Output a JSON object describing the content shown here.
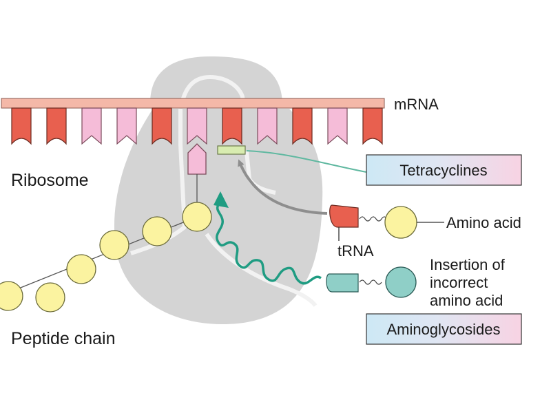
{
  "labels": {
    "mrna": "mRNA",
    "ribosome": "Ribosome",
    "peptide_chain": "Peptide chain",
    "amino_acid": "Amino acid",
    "trna": "tRNA",
    "insertion_line1": "Insertion of",
    "insertion_line2": "incorrect",
    "insertion_line3": "amino acid"
  },
  "drug_boxes": {
    "tetracyclines": "Tetracyclines",
    "aminoglycosides": "Aminoglycosides"
  },
  "colors": {
    "ribosome": "#d4d4d4",
    "ribosome_outline": "#efefef",
    "mrna_strip": "#f4b8a8",
    "codon_red": "#e8604f",
    "codon_pink": "#f5bcd8",
    "amino_acid": "#fbf3a0",
    "trna_red": "#e8604f",
    "trna_teal": "#8fcfc7",
    "teal_arrow": "#1f9c82",
    "gray_arrow": "#8e8e8e",
    "box_blue": "#cce7f4",
    "box_pink": "#f8d4e4",
    "drug_marker": "#d8ecb0"
  },
  "codons": [
    "red",
    "red",
    "pink",
    "pink",
    "red",
    "pink",
    "red",
    "pink",
    "red",
    "pink",
    "red"
  ]
}
